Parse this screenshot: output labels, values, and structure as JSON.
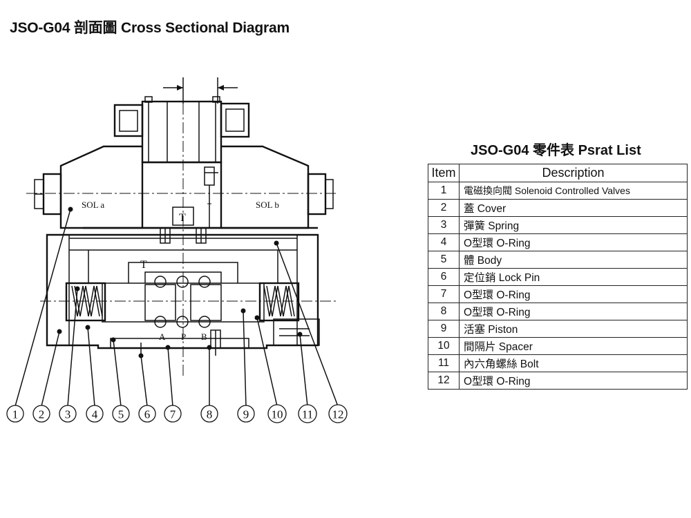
{
  "title": "JSO-G04 剖面圖 Cross Sectional Diagram",
  "diagram": {
    "labels": {
      "sol_a": "SOL a",
      "sol_b": "SOL b",
      "t_port_top": "T",
      "t_port_inner": "T",
      "port_a": "A",
      "port_p": "P",
      "port_b": "B"
    },
    "callouts": [
      "1",
      "2",
      "3",
      "4",
      "5",
      "6",
      "7",
      "8",
      "9",
      "10",
      "11",
      "12"
    ]
  },
  "parts_list": {
    "title": "JSO-G04 零件表 Psrat List",
    "headers": {
      "item": "Item",
      "description": "Description"
    },
    "rows": [
      {
        "item": "1",
        "description": "電磁換向閥 Solenoid Controlled Valves"
      },
      {
        "item": "2",
        "description": "蓋 Cover"
      },
      {
        "item": "3",
        "description": "彈簧 Spring"
      },
      {
        "item": "4",
        "description": "O型環 O-Ring"
      },
      {
        "item": "5",
        "description": "體 Body"
      },
      {
        "item": "6",
        "description": "定位銷 Lock Pin"
      },
      {
        "item": "7",
        "description": "O型環 O-Ring"
      },
      {
        "item": "8",
        "description": "O型環 O-Ring"
      },
      {
        "item": "9",
        "description": "活塞 Piston"
      },
      {
        "item": "10",
        "description": "間隔片 Spacer"
      },
      {
        "item": "11",
        "description": "內六角螺絲 Bolt"
      },
      {
        "item": "12",
        "description": "O型環 O-Ring"
      }
    ]
  }
}
